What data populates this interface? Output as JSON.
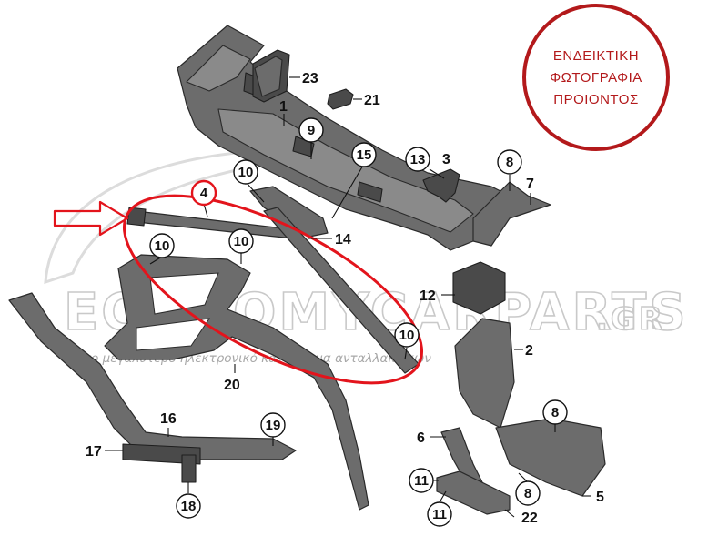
{
  "stamp": {
    "line1": "ΕΝΔΕΙΚΤΙΚΗ",
    "line2": "ΦΩΤΟΓΡΑΦΙΑ",
    "line3": "ΠΡΟΙΟΝΤΟΣ",
    "color": "#b3191b"
  },
  "watermark": {
    "brand": "ECONOMYCARPARTS",
    "suffix": ".GR",
    "tagline": "το μεγαλύτερο ηλεκτρονικό κατάστημα ανταλλακτικών"
  },
  "highlight": {
    "color": "#e3141c",
    "arrow": "arrow-icon"
  },
  "callouts": [
    {
      "id": "c9",
      "label": "9",
      "circled": true
    },
    {
      "id": "c15",
      "label": "15",
      "circled": true
    },
    {
      "id": "c13",
      "label": "13",
      "circled": true
    },
    {
      "id": "c8a",
      "label": "8",
      "circled": true
    },
    {
      "id": "c10a",
      "label": "10",
      "circled": true
    },
    {
      "id": "c4",
      "label": "4",
      "circled": true
    },
    {
      "id": "c10b",
      "label": "10",
      "circled": true
    },
    {
      "id": "c10c",
      "label": "10",
      "circled": true
    },
    {
      "id": "c10d",
      "label": "10",
      "circled": true
    },
    {
      "id": "c19",
      "label": "19",
      "circled": true
    },
    {
      "id": "c8b",
      "label": "8",
      "circled": true
    },
    {
      "id": "c11a",
      "label": "11",
      "circled": true
    },
    {
      "id": "c8c",
      "label": "8",
      "circled": true
    },
    {
      "id": "c11b",
      "label": "11",
      "circled": true
    },
    {
      "id": "c18",
      "label": "18",
      "circled": true
    }
  ],
  "labels": [
    {
      "id": "l23",
      "label": "23"
    },
    {
      "id": "l21",
      "label": "21"
    },
    {
      "id": "l1",
      "label": "1"
    },
    {
      "id": "l3",
      "label": "3"
    },
    {
      "id": "l7",
      "label": "7"
    },
    {
      "id": "l14",
      "label": "14"
    },
    {
      "id": "l12",
      "label": "12"
    },
    {
      "id": "l2",
      "label": "2"
    },
    {
      "id": "l20",
      "label": "20"
    },
    {
      "id": "l16",
      "label": "16"
    },
    {
      "id": "l17",
      "label": "17"
    },
    {
      "id": "l6",
      "label": "6"
    },
    {
      "id": "l5",
      "label": "5"
    },
    {
      "id": "l22",
      "label": "22"
    }
  ]
}
